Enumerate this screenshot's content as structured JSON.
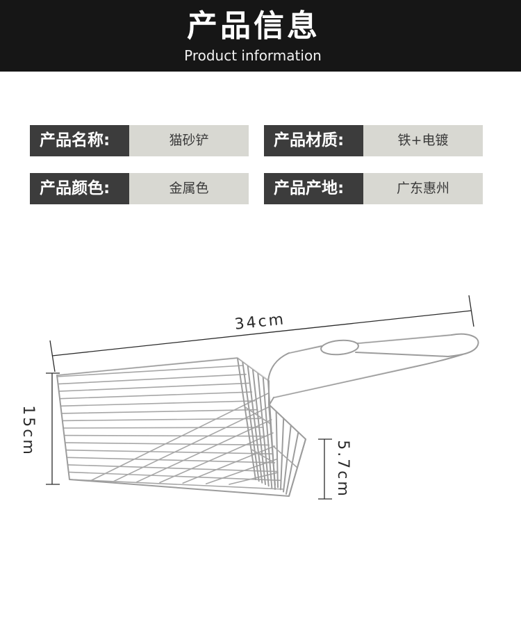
{
  "header": {
    "title": "产品信息",
    "subtitle": "Product information"
  },
  "specs": [
    {
      "label": "产品名称:",
      "value": "猫砂铲"
    },
    {
      "label": "产品材质:",
      "value": "铁+电镀"
    },
    {
      "label": "产品颜色:",
      "value": "金属色"
    },
    {
      "label": "产品产地:",
      "value": "广东惠州"
    }
  ],
  "dimensions": {
    "length": "34cm",
    "height": "15cm",
    "wall_height": "5.7cm"
  },
  "colors": {
    "header_bg": "#161616",
    "label_bg": "#3c3c3c",
    "value_bg": "#d8d8d2",
    "wire": "#9c9c9c"
  }
}
